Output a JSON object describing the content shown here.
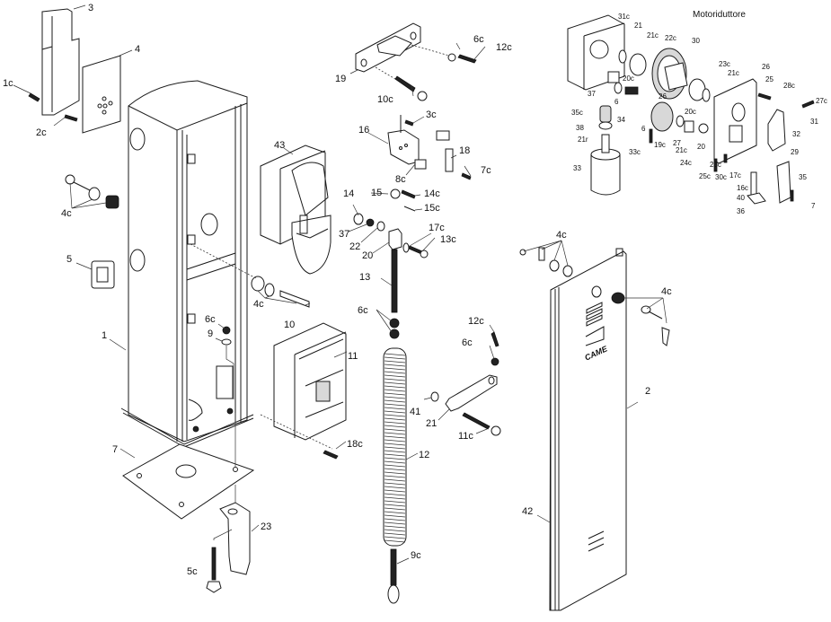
{
  "diagram": {
    "section_title": "Motoriduttore",
    "brand_logo_text": "CAME",
    "labels": {
      "p1": "1",
      "p2": "2",
      "p3": "3",
      "p4": "4",
      "p5": "5",
      "p7": "7",
      "p9": "9",
      "p10": "10",
      "p11": "11",
      "p12": "12",
      "p13": "13",
      "p14": "14",
      "p15": "15",
      "p16": "16",
      "p18": "18",
      "p19": "19",
      "p20": "20",
      "p21": "21",
      "p22": "22",
      "p23": "23",
      "p37": "37",
      "p41": "41",
      "p42": "42",
      "p43": "43",
      "c1": "1c",
      "c2": "2c",
      "c3": "3c",
      "c4a": "4c",
      "c4b": "4c",
      "c4c": "4c",
      "c4d": "4c",
      "c5": "5c",
      "c6a": "6c",
      "c6b": "6c",
      "c6c": "6c",
      "c6d": "6c",
      "c7": "7c",
      "c8": "8c",
      "c9": "9c",
      "c10": "10c",
      "c11": "11c",
      "c12a": "12c",
      "c12b": "12c",
      "c13": "13c",
      "c14": "14c",
      "c15": "15c",
      "c17": "17c",
      "c18": "18c"
    },
    "motor_labels": {
      "m1": "31c",
      "m2": "21",
      "m3": "21c",
      "m4": "22c",
      "m5": "30",
      "m6": "23c",
      "m7": "21c",
      "m8": "26",
      "m9": "25",
      "m10": "28c",
      "m11": "27c",
      "m12": "37",
      "m13": "20c",
      "m14": "6",
      "m15": "26",
      "m16": "20c",
      "m17": "35c",
      "m18": "34",
      "m19": "38",
      "m20": "21r",
      "m21": "33c",
      "m22": "33",
      "m23": "6",
      "m24": "19c",
      "m25": "27",
      "m26": "21c",
      "m27": "20",
      "m28": "24c",
      "m29": "23c",
      "m30": "25c",
      "m31": "30c",
      "m32": "17c",
      "m33": "16c",
      "m34": "40",
      "m35": "36",
      "m36": "31",
      "m37": "32",
      "m38": "29",
      "m39": "35",
      "m40": "7"
    }
  }
}
